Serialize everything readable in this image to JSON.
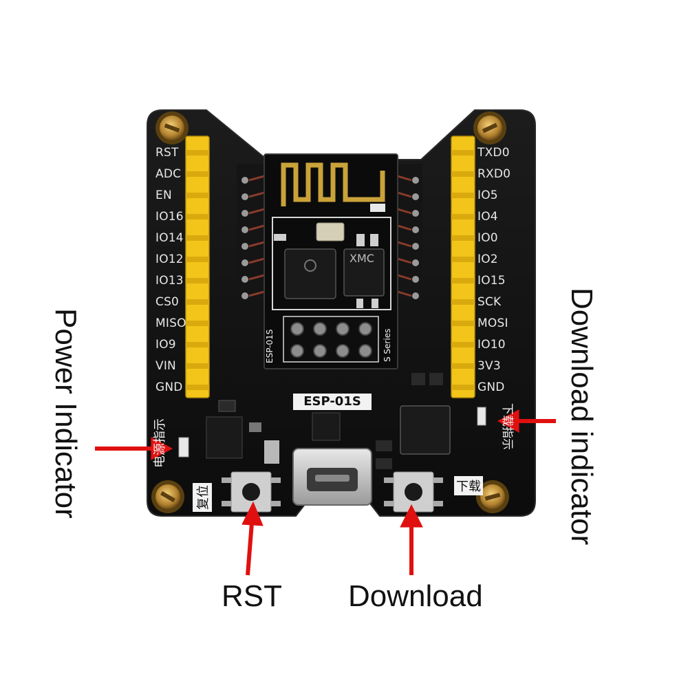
{
  "board": {
    "module_label": "ESP-01S",
    "shield_brand": "XMC",
    "side_label_left": "ESP-01S",
    "side_label_right": "S Series",
    "left_pins": [
      "RST",
      "ADC",
      "EN",
      "IO16",
      "IO14",
      "IO12",
      "IO13",
      "CS0",
      "MISO",
      "IO9",
      "VIN",
      "GND"
    ],
    "right_pins": [
      "TXD0",
      "RXD0",
      "IO5",
      "IO4",
      "IO0",
      "IO2",
      "IO15",
      "SCK",
      "MOSI",
      "IO10",
      "3V3",
      "GND"
    ],
    "cjk_power": "电源指示",
    "cjk_reset": "复位",
    "cjk_download": "下载",
    "cjk_download_ind": "下载指示"
  },
  "callouts": {
    "power_indicator": "Power Indicator",
    "download_indicator": "Download indicator",
    "rst": "RST",
    "download": "Download"
  },
  "colors": {
    "pcb": "#111111",
    "header": "#f3c51a",
    "arrow": "#e01010",
    "module": "#0b0b0b"
  }
}
